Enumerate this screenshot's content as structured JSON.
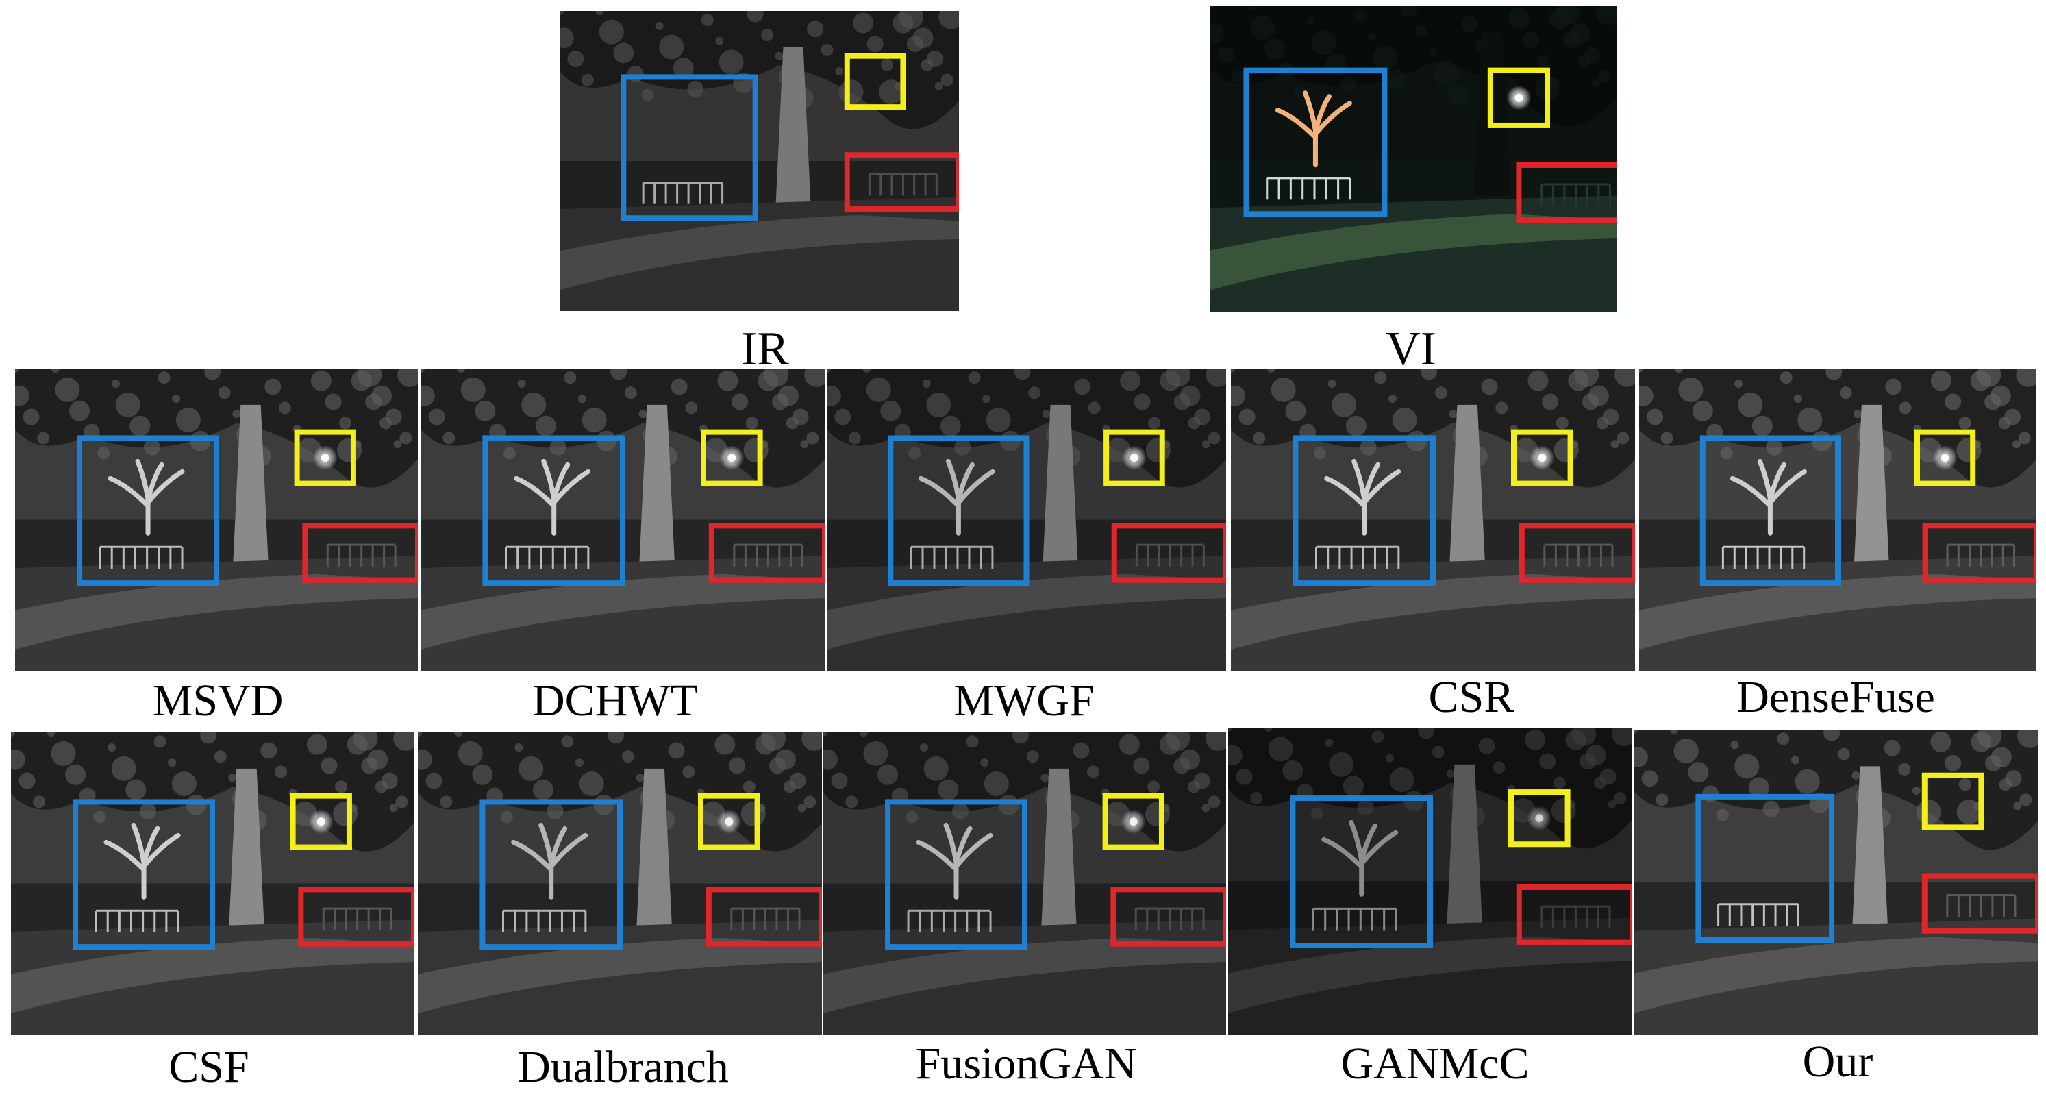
{
  "figure": {
    "panels": [
      {
        "id": "ir",
        "label": "IR",
        "style": "ir",
        "brightness": 0.55,
        "tree_glow": 0.0,
        "moon": 0.0
      },
      {
        "id": "vi",
        "label": "VI",
        "style": "vi",
        "brightness": 0.5,
        "tree_glow": 1.0,
        "moon": 1.0
      },
      {
        "id": "msvd",
        "label": "MSVD",
        "style": "fused",
        "brightness": 0.75,
        "tree_glow": 0.8,
        "moon": 0.9
      },
      {
        "id": "dchwt",
        "label": "DCHWT",
        "style": "fused",
        "brightness": 0.75,
        "tree_glow": 0.8,
        "moon": 0.9
      },
      {
        "id": "mwgf",
        "label": "MWGF",
        "style": "fused",
        "brightness": 0.55,
        "tree_glow": 0.6,
        "moon": 0.9
      },
      {
        "id": "csr",
        "label": "CSR",
        "style": "fused",
        "brightness": 0.75,
        "tree_glow": 0.8,
        "moon": 0.9
      },
      {
        "id": "densefuse",
        "label": "DenseFuse",
        "style": "fused",
        "brightness": 0.85,
        "tree_glow": 0.8,
        "moon": 0.9
      },
      {
        "id": "csf",
        "label": "CSF",
        "style": "fused",
        "brightness": 0.75,
        "tree_glow": 0.8,
        "moon": 0.9
      },
      {
        "id": "dualbranch",
        "label": "Dualbranch",
        "style": "fused",
        "brightness": 0.7,
        "tree_glow": 0.6,
        "moon": 0.8
      },
      {
        "id": "fusiongan",
        "label": "FusionGAN",
        "style": "fused",
        "brightness": 0.55,
        "tree_glow": 0.6,
        "moon": 0.8
      },
      {
        "id": "ganmcc",
        "label": "GANMcC",
        "style": "fused",
        "brightness": 0.2,
        "tree_glow": 0.25,
        "moon": 0.6
      },
      {
        "id": "our",
        "label": "Our",
        "style": "ir",
        "brightness": 0.8,
        "tree_glow": 0.0,
        "moon": 0.0
      }
    ],
    "box_colors": {
      "blue": "#1f7fd0",
      "yellow": "#f2ef1a",
      "red": "#e0262a"
    }
  }
}
